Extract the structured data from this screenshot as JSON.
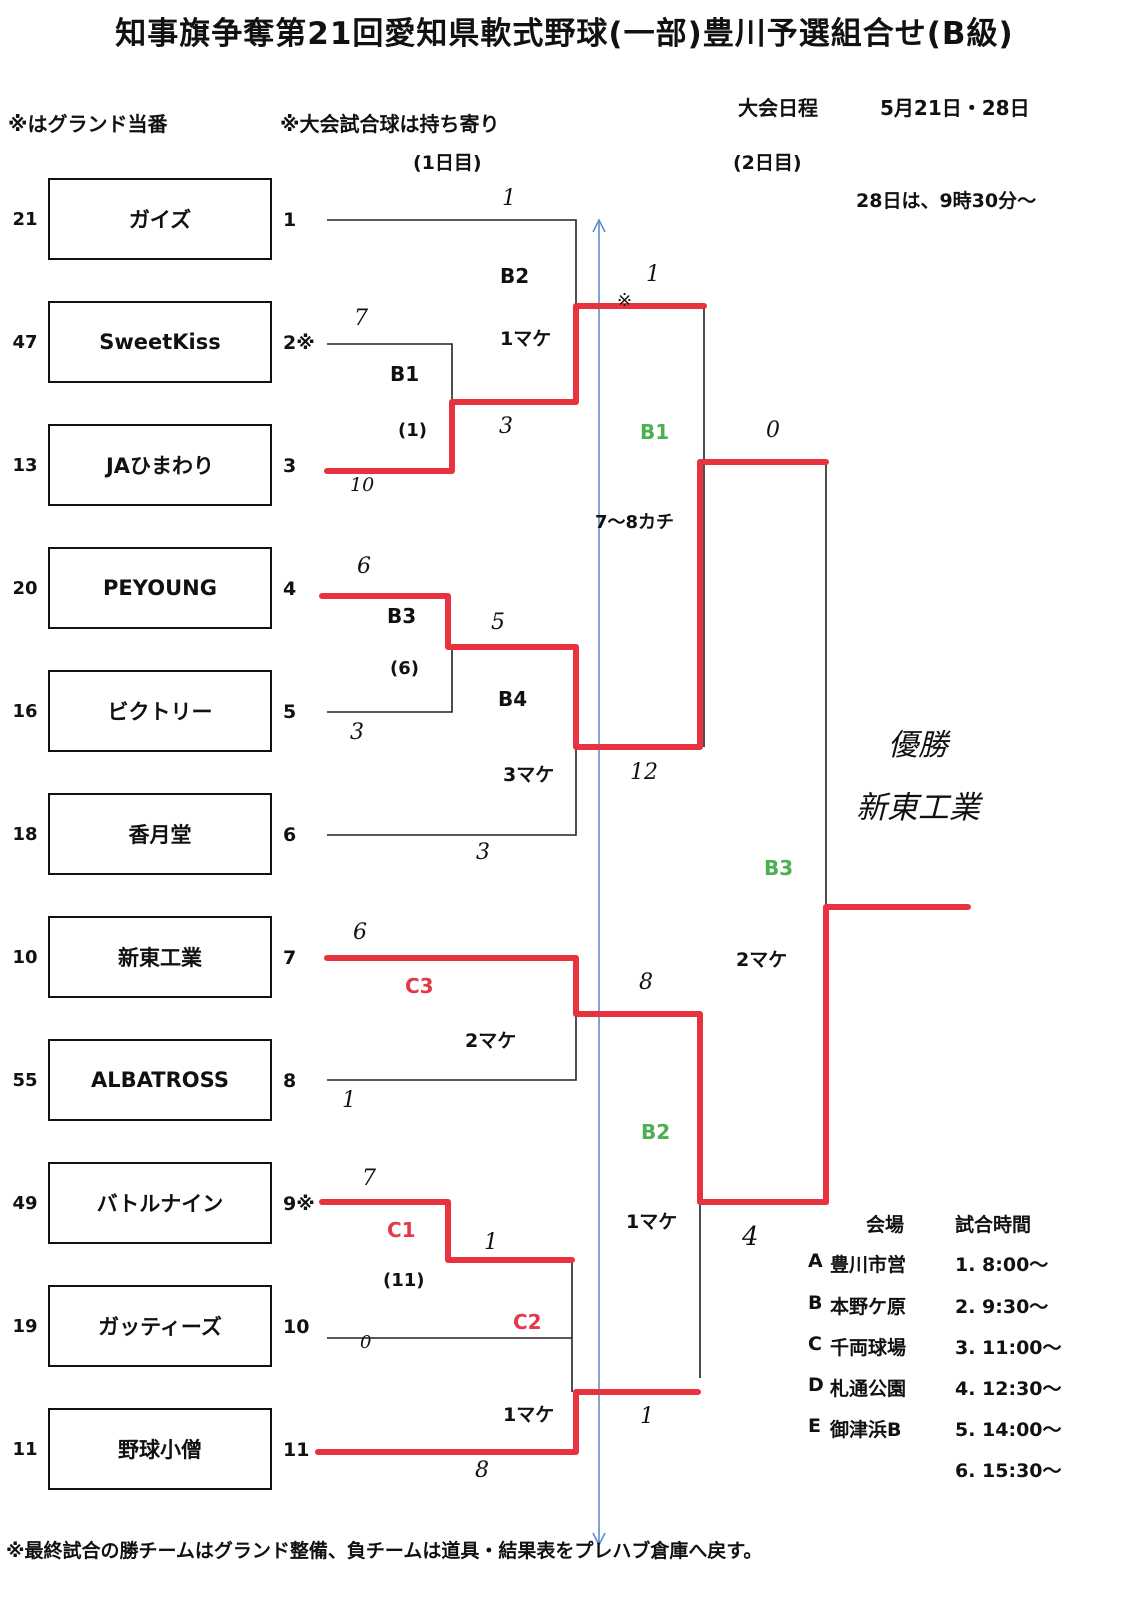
{
  "title": "知事旗争奪第21回愛知県軟式野球(一部)豊川予選組合せ(B級)",
  "notes": {
    "ground_duty": "※はグランド当番",
    "ball_note": "※大会試合球は持ち寄り",
    "schedule_label": "大会日程",
    "schedule_dates": "5月21日・28日",
    "day1": "(1日目)",
    "day2": "(2日目)",
    "day28_time": "28日は、9時30分～",
    "footer": "※最終試合の勝チームはグランド整備、負チームは道具・結果表をプレハブ倉庫へ戻す。"
  },
  "teams": [
    {
      "no": "21",
      "name": "ガイズ",
      "seed": "1"
    },
    {
      "no": "47",
      "name": "SweetKiss",
      "seed": "2※"
    },
    {
      "no": "13",
      "name": "JAひまわり",
      "seed": "3"
    },
    {
      "no": "20",
      "name": "PEYOUNG",
      "seed": "4"
    },
    {
      "no": "16",
      "name": "ビクトリー",
      "seed": "5"
    },
    {
      "no": "18",
      "name": "香月堂",
      "seed": "6"
    },
    {
      "no": "10",
      "name": "新東工業",
      "seed": "7"
    },
    {
      "no": "55",
      "name": "ALBATROSS",
      "seed": "8"
    },
    {
      "no": "49",
      "name": "バトルナイン",
      "seed": "9※"
    },
    {
      "no": "19",
      "name": "ガッティーズ",
      "seed": "10"
    },
    {
      "no": "11",
      "name": "野球小僧",
      "seed": "11"
    }
  ],
  "match_labels": {
    "b1_r1": "B1",
    "b1_r1_num": "(1)",
    "b2_r1": "B2",
    "b2_r1_sub": "1マケ",
    "b3_r1": "B3",
    "b3_r1_num": "(6)",
    "b4_r1": "B4",
    "b4_r1_sub": "3マケ",
    "c3": "C3",
    "c3_sub": "2マケ",
    "c1": "C1",
    "c1_num": "(11)",
    "c2": "C2",
    "c2_sub": "1マケ",
    "b1_r2": "B1",
    "b1_r2_sub": "7～8カチ",
    "b2_r2": "B2",
    "b2_r2_sub": "1マケ",
    "b3_final": "B3",
    "b3_final_sub": "2マケ"
  },
  "scores": {
    "s1": "1",
    "s2": "7",
    "s3": "10",
    "s4": "3",
    "s5": "6",
    "s6": "5",
    "s7": "3",
    "s8": "3",
    "s9": "1",
    "s10": "※",
    "s11": "0",
    "s12": "12",
    "s13": "6",
    "s14": "8",
    "s15": "1",
    "s16": "7",
    "s17": "1",
    "s18": "0",
    "s19": "1",
    "s20": "8",
    "s21": "4"
  },
  "winner": {
    "label": "優勝",
    "team": "新東工業"
  },
  "venues": {
    "header_venue": "会場",
    "header_time": "試合時間",
    "rows": [
      {
        "letter": "A",
        "name": "豊川市営",
        "time": "1. 8:00～"
      },
      {
        "letter": "B",
        "name": "本野ケ原",
        "time": "2. 9:30～"
      },
      {
        "letter": "C",
        "name": "千両球場",
        "time": "3. 11:00～"
      },
      {
        "letter": "D",
        "name": "札通公園",
        "time": "4. 12:30～"
      },
      {
        "letter": "E",
        "name": "御津浜B",
        "time": "5. 14:00～"
      },
      {
        "letter": "",
        "name": "",
        "time": "6. 15:30～"
      }
    ]
  },
  "colors": {
    "win_path": "#e8323f",
    "line": "#222222",
    "divider": "#5b8fd0",
    "green": "#4caf50"
  }
}
